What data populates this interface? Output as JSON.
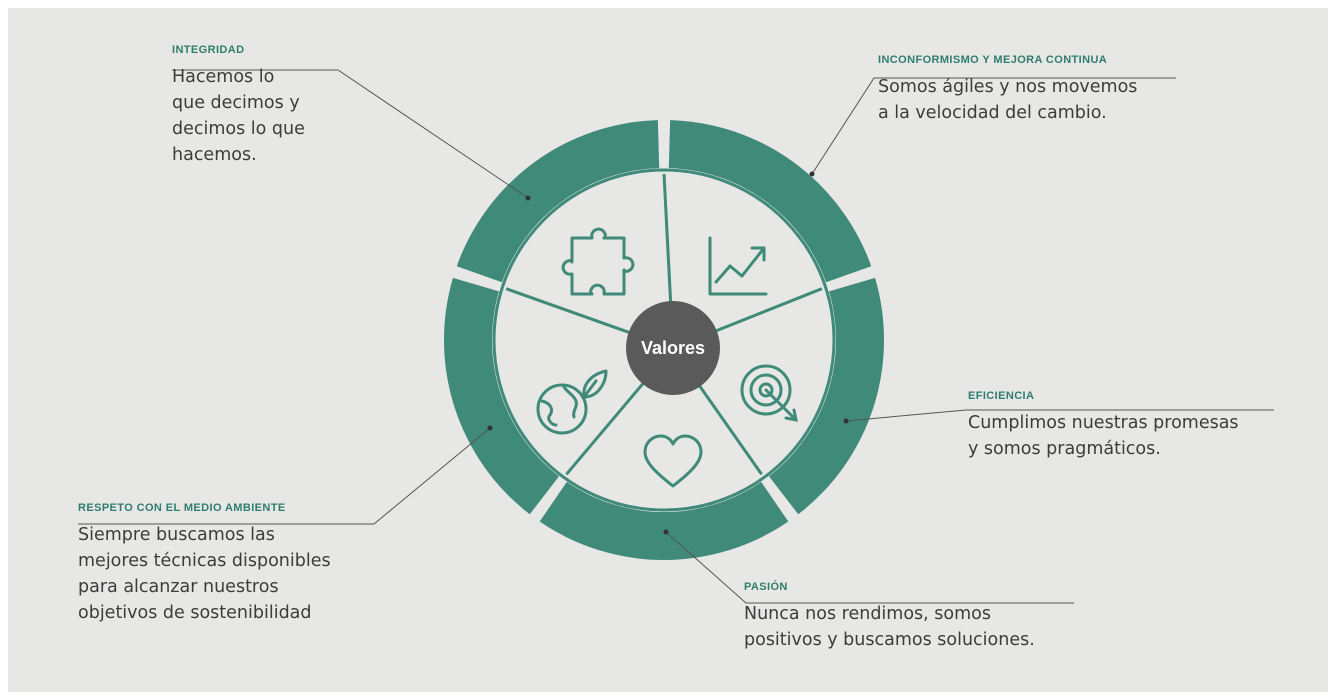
{
  "center": {
    "label": "Valores"
  },
  "colors": {
    "ring": "#3f8a79",
    "accent_text": "#2f7d6d",
    "hub": "#5a5a5a",
    "background": "#e7e7e6",
    "body_text": "#3c3c3c"
  },
  "values": [
    {
      "id": "integridad",
      "title": "INTEGRIDAD",
      "text": "Hacemos lo\nque decimos y\ndecimos lo que\nhacemos.",
      "icon": "puzzle-icon"
    },
    {
      "id": "inconformismo",
      "title": "INCONFORMISMO Y MEJORA CONTINUA",
      "text": "Somos ágiles y nos movemos\na la velocidad del cambio.",
      "icon": "growth-chart-icon"
    },
    {
      "id": "eficiencia",
      "title": "EFICIENCIA",
      "text": "Cumplimos nuestras promesas\ny somos pragmáticos.",
      "icon": "target-icon"
    },
    {
      "id": "pasion",
      "title": "PASIÓN",
      "text": "Nunca nos rendimos, somos\npositivos y buscamos soluciones.",
      "icon": "heart-icon"
    },
    {
      "id": "respeto",
      "title": "RESPETO CON EL MEDIO AMBIENTE",
      "text": "Siempre buscamos las\nmejores técnicas disponibles\npara alcanzar nuestros\nobjetivos de sostenibilidad",
      "icon": "globe-leaf-icon"
    }
  ]
}
